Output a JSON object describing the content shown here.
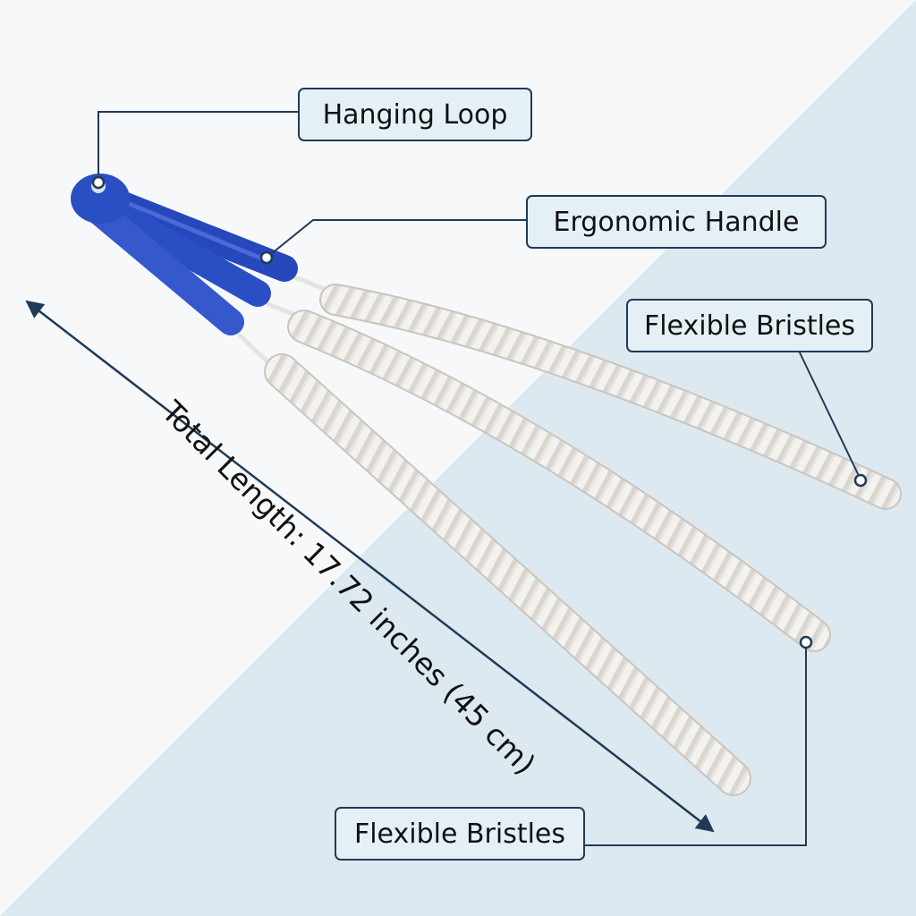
{
  "callouts": {
    "hanging_loop": "Hanging Loop",
    "ergonomic_handle": "Ergonomic Handle",
    "flexible_bristles_top": "Flexible Bristles",
    "flexible_bristles_bottom": "Flexible Bristles"
  },
  "dimension": {
    "text": "Total Length: 17.72 inches (45 cm)"
  },
  "colors": {
    "background_left": "#f7f8f9",
    "background_right": "#dde9f1",
    "handle_blue": "#2a4fc4",
    "bristle_white": "#f3f1ee",
    "line_navy": "#1f3b57"
  }
}
